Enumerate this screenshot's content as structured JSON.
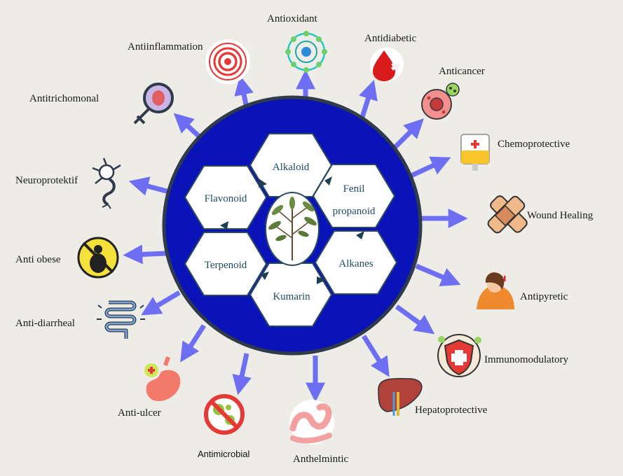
{
  "center": {
    "compounds": [
      "Alkaloid",
      "Fenil",
      "propanoid",
      "Alkanes",
      "Kumarin",
      "Terpenoid",
      "Flavonoid"
    ],
    "image_icon": "plant-leaves-icon"
  },
  "activities": [
    {
      "label": "Antioxidant",
      "icon": "molecule-icon"
    },
    {
      "label": "Antidiabetic",
      "icon": "blood-drop-icon"
    },
    {
      "label": "Anticancer",
      "icon": "cancer-cell-icon"
    },
    {
      "label": "Chemoprotective",
      "icon": "iv-bag-icon"
    },
    {
      "label": "Wound Healing",
      "icon": "bandage-icon"
    },
    {
      "label": "Antipyretic",
      "icon": "fever-woman-icon"
    },
    {
      "label": "Immunomodulatory",
      "icon": "immune-shield-icon"
    },
    {
      "label": "Hepatoprotective",
      "icon": "liver-icon"
    },
    {
      "label": "Anthelmintic",
      "icon": "worm-icon"
    },
    {
      "label": "Antimicrobial",
      "icon": "no-microbe-icon"
    },
    {
      "label": "Anti-ulcer",
      "icon": "stomach-icon"
    },
    {
      "label": "Anti-diarrheal",
      "icon": "intestine-icon"
    },
    {
      "label": "Anti obese",
      "icon": "no-obesity-icon"
    },
    {
      "label": "Neuroprotektif",
      "icon": "neuron-icon"
    },
    {
      "label": "Antitrichomonal",
      "icon": "female-parasite-icon"
    },
    {
      "label": "Antiinflammation",
      "icon": "inflammation-target-icon"
    }
  ],
  "colors": {
    "circle": "#0a13b8",
    "ring": "#2f3a4a",
    "arrow": "#6e6ef2",
    "hex_fill": "#ffffff",
    "hex_stroke": "#2b4a5e"
  }
}
